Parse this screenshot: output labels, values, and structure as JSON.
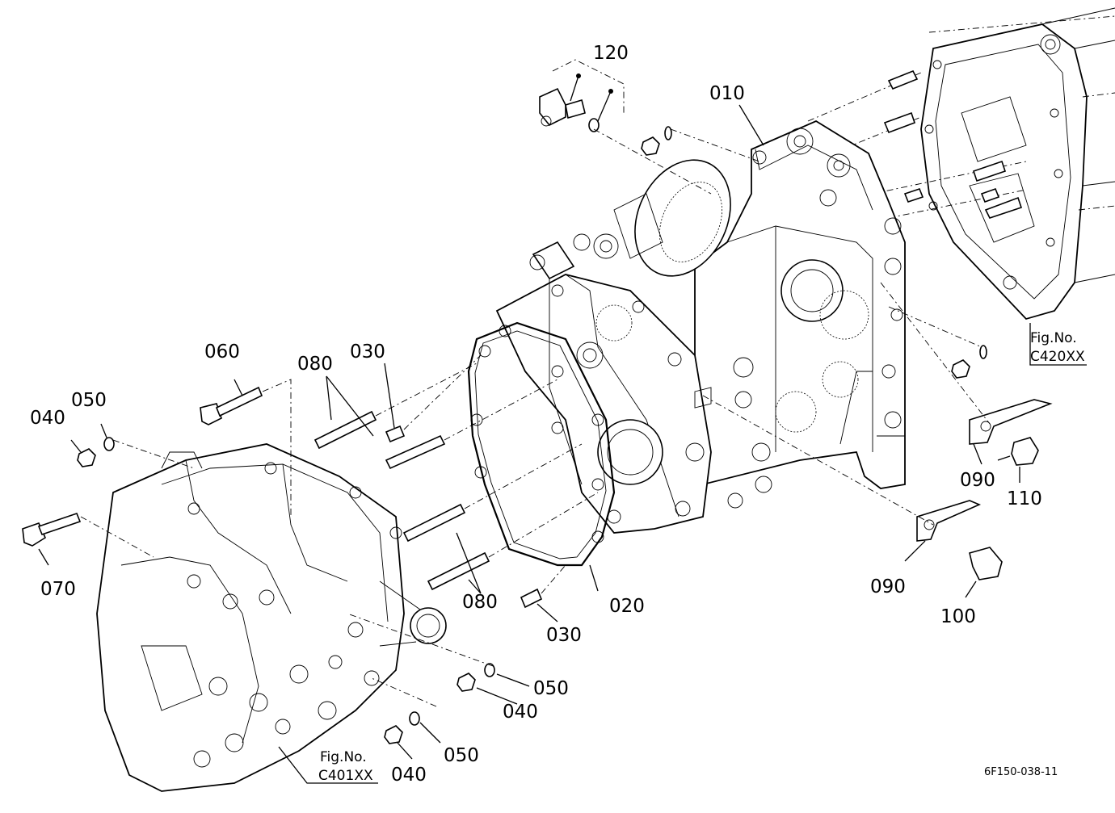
{
  "parts": {
    "p010": "010",
    "p020": "020",
    "p030a": "030",
    "p030b": "030",
    "p040a": "040",
    "p040b": "040",
    "p040c": "040",
    "p050a": "050",
    "p050b": "050",
    "p050c": "050",
    "p060": "060",
    "p070": "070",
    "p080a": "080",
    "p080b": "080",
    "p090a": "090",
    "p090b": "090",
    "p100": "100",
    "p110": "110",
    "p120": "120"
  },
  "refs": {
    "right_fig_label": "Fig.No.",
    "right_fig_code": "C420XX",
    "left_fig_label": "Fig.No.",
    "left_fig_code": "C401XX"
  },
  "drawing_code": "6F150-038-11"
}
